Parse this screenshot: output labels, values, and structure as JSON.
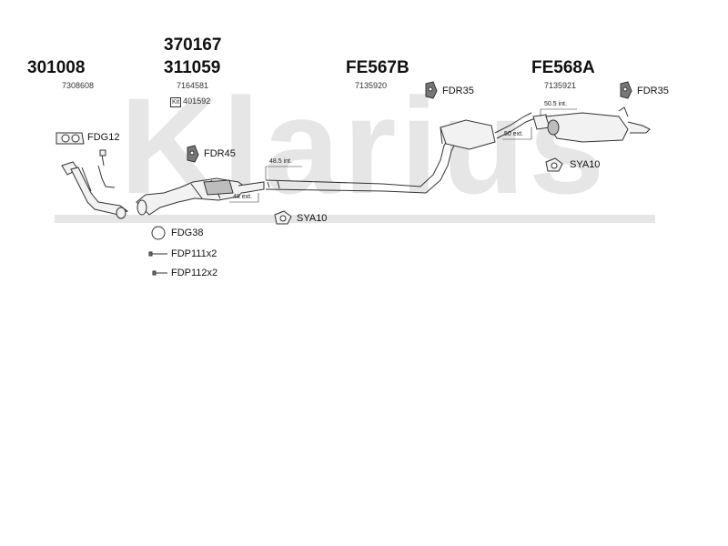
{
  "watermark": {
    "text": "Klarius",
    "color": "#e6e6e6"
  },
  "parts": [
    {
      "part_no": "301008",
      "ref": "7308608"
    },
    {
      "part_no": "370167",
      "part_no_2": "311059",
      "ref": "7164581",
      "kit_label": "Kit",
      "kit_ref": "401592"
    },
    {
      "part_no": "FE567B",
      "ref": "7135920"
    },
    {
      "part_no": "FE568A",
      "ref": "7135921"
    }
  ],
  "fittings": {
    "fdg12": "FDG12",
    "fdr45": "FDR45",
    "fdr35_a": "FDR35",
    "fdr35_b": "FDR35",
    "sya10_a": "SYA10",
    "sya10_b": "SYA10",
    "fdg38": "FDG38",
    "fdp111": "FDP111x2",
    "fdp112": "FDP112x2"
  },
  "dimensions": {
    "d1": "48.5 int.",
    "d2": "48 ext.",
    "d3": "50.5 int.",
    "d4": "50 ext."
  },
  "colors": {
    "line": "#333333",
    "fill": "#f2f2f2",
    "shade": "#bdbdbd"
  }
}
